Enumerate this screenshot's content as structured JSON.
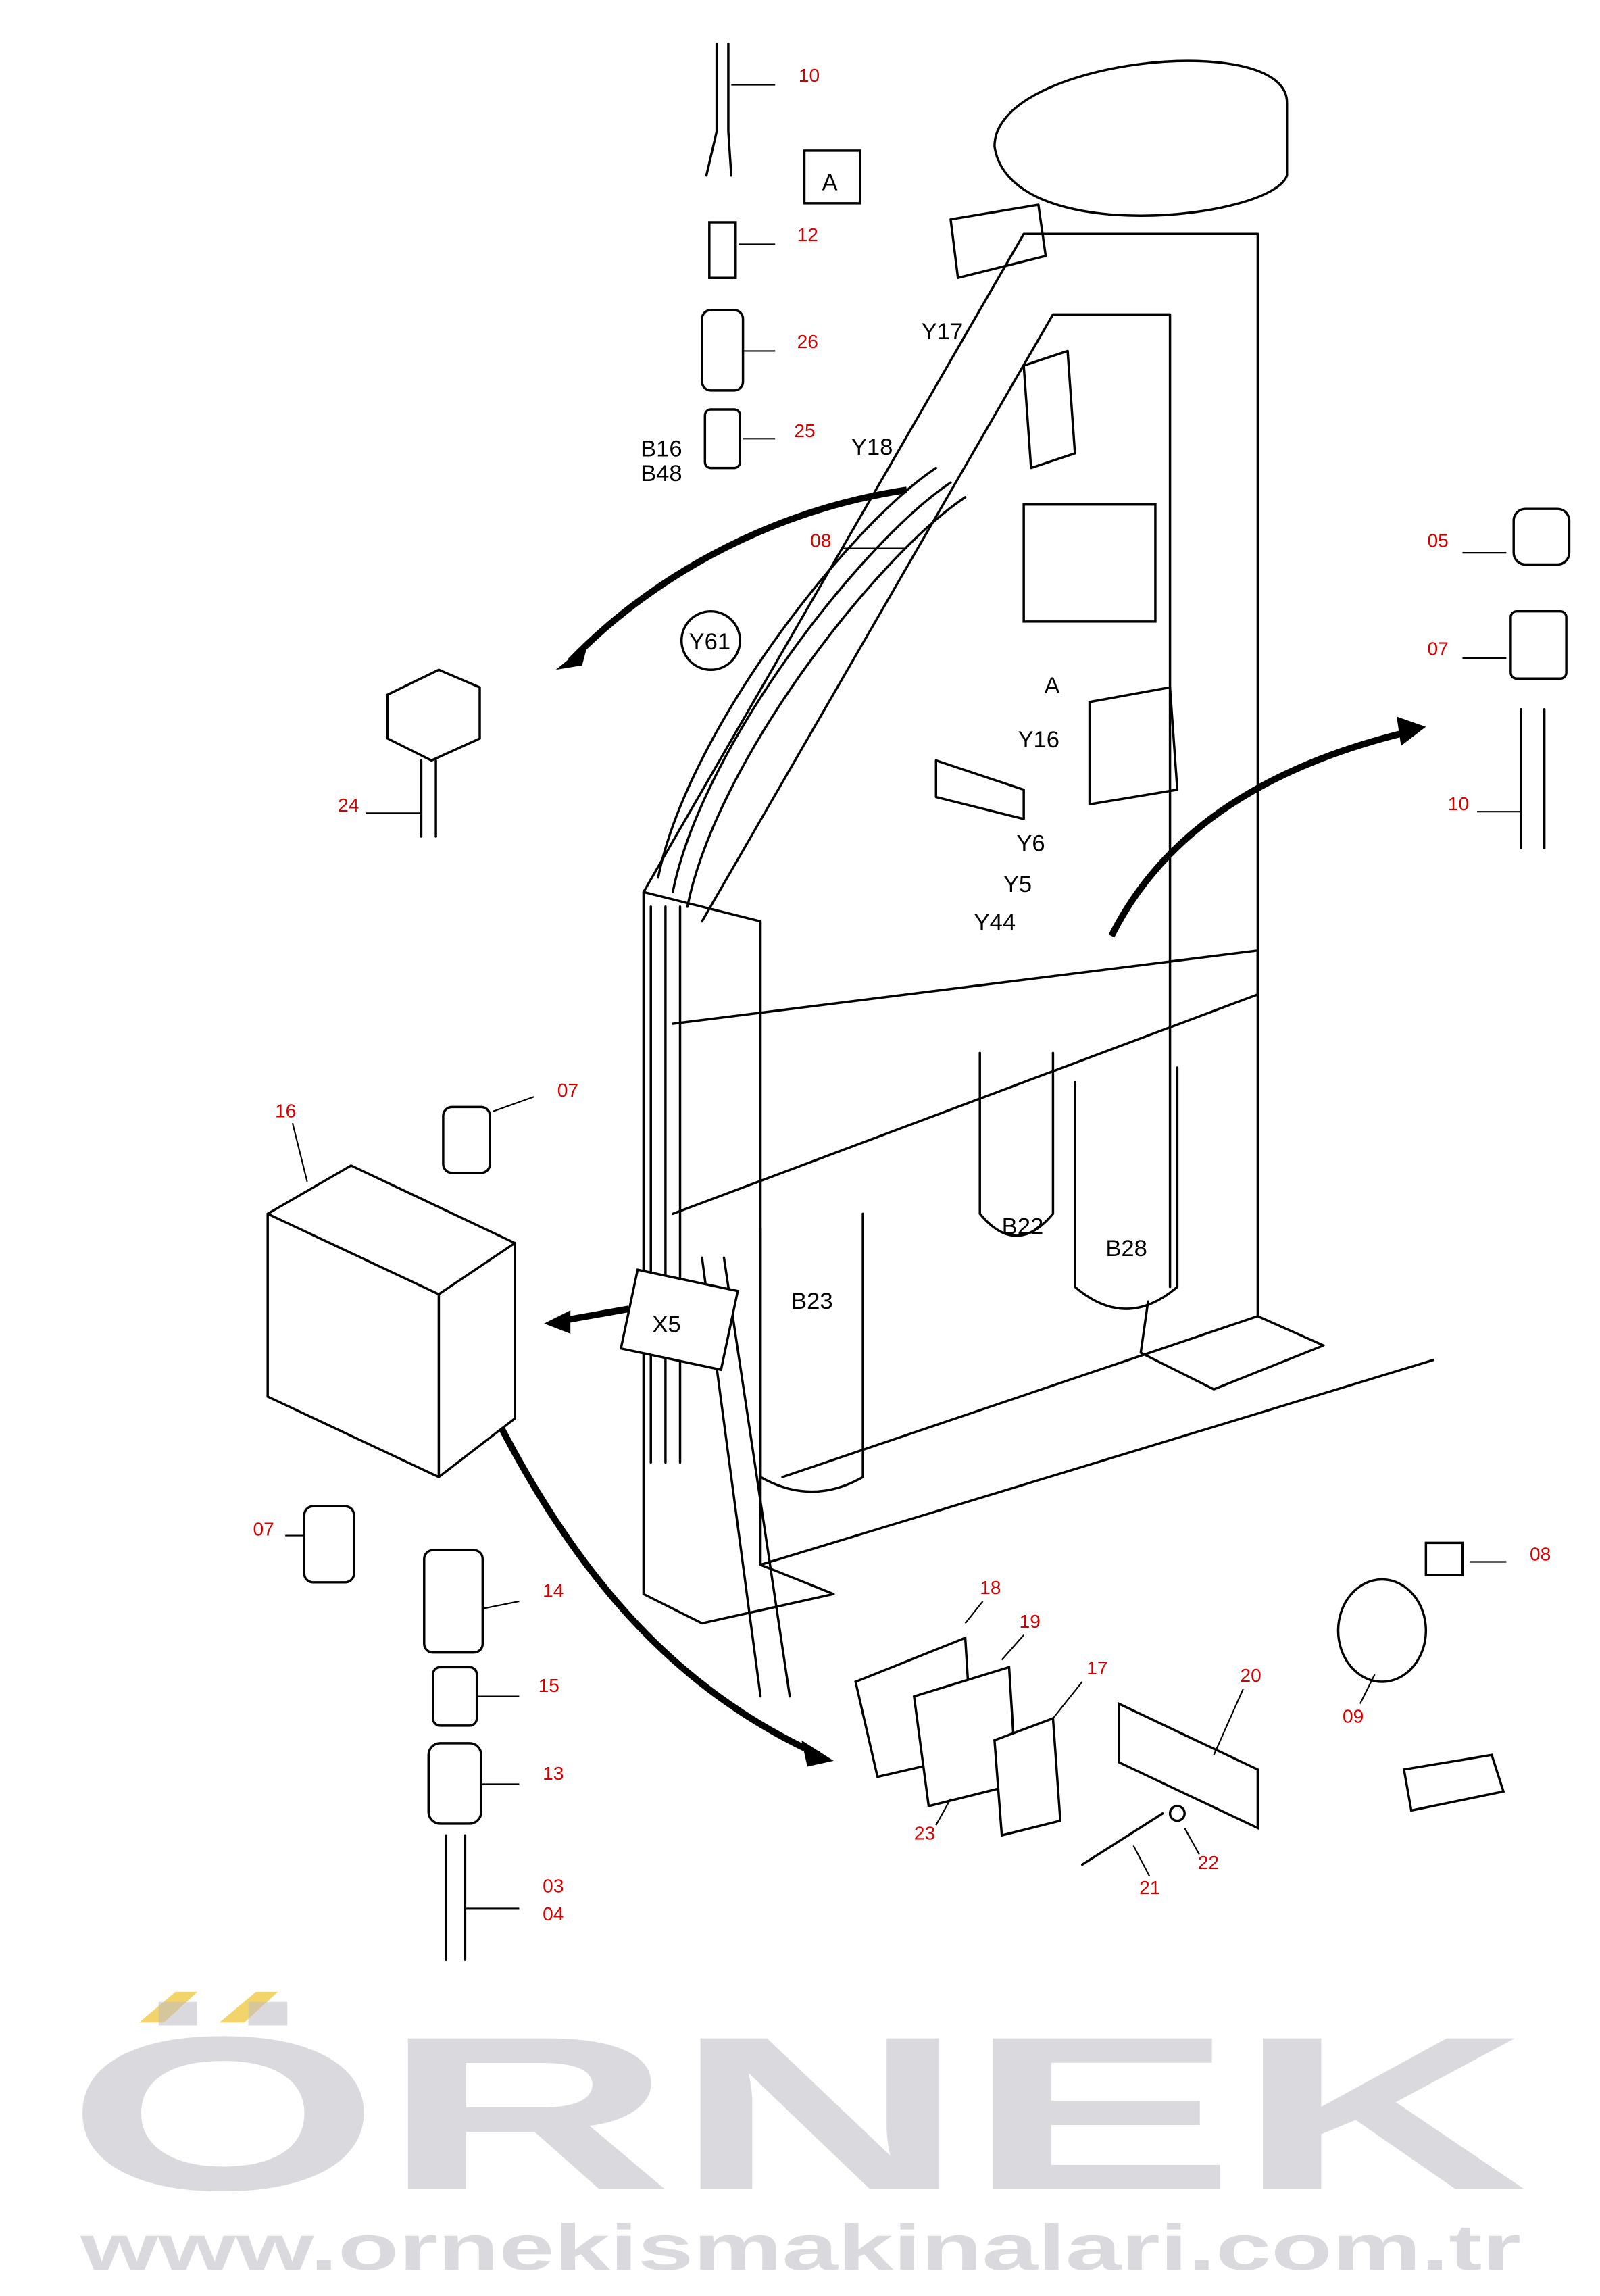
{
  "watermark": {
    "brand": "ÖRNEK",
    "url": "www.ornekismakinalari.com.tr",
    "color": "#bdbcc4",
    "accent": "#f3d46a"
  },
  "view_marker": "A",
  "designations": {
    "y17": "Y17",
    "y18": "Y18",
    "y61": "Y61",
    "a_arrow": "A",
    "y16": "Y16",
    "y6": "Y6",
    "y5": "Y5",
    "y44": "Y44",
    "b16": "B16",
    "b48": "B48",
    "x5": "X5",
    "b23": "B23",
    "b22": "B22",
    "b28": "B28"
  },
  "part_numbers": {
    "p10_top": "10",
    "p12": "12",
    "p26": "26",
    "p25": "25",
    "p08_mid": "08",
    "p05": "05",
    "p07_right": "07",
    "p10_right": "10",
    "p24": "24",
    "p16": "16",
    "p07_box_top": "07",
    "p07_box_left": "07",
    "p14": "14",
    "p15": "15",
    "p13": "13",
    "p03": "03",
    "p04": "04",
    "p18": "18",
    "p19": "19",
    "p17": "17",
    "p20": "20",
    "p23": "23",
    "p21": "21",
    "p22": "22",
    "p08_right": "08",
    "p09": "09"
  },
  "colors": {
    "part_number": "#d40000",
    "line": "#000000"
  }
}
